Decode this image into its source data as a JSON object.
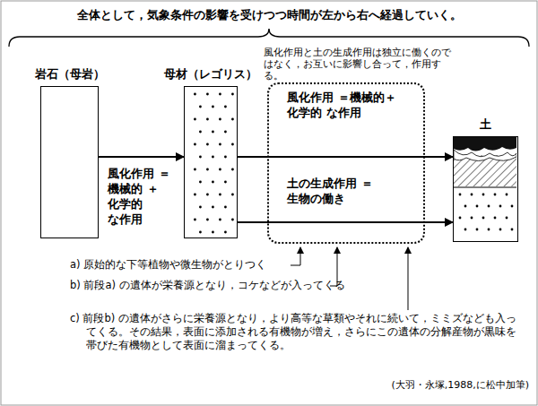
{
  "diagram": {
    "title": "全体として，気象条件の影響を受けつつ時間が左から右へ経過していく。",
    "caption": "(大羽・永塚,1988,に松中加筆)",
    "nodes": [
      {
        "text": [
          "岩石（母岩）"
        ]
      },
      {
        "text": [
          "母材（レゴリス）"
        ]
      },
      {
        "text": [
          "風化作用と土の生成作用は独立に働くのではなく，お互いに影響し合って，作用する。"
        ]
      },
      {
        "text": [
          "土"
        ]
      }
    ],
    "edges": [
      {
        "from": 0,
        "to": 1,
        "arrow": "to",
        "label": "風化作用 ＝機械的 ＋化学的 な作用"
      },
      {
        "from": 1,
        "to": 3,
        "arrow": "to",
        "label": "風化作用 ＝機械的＋化学的 な作用"
      },
      {
        "from": 1,
        "to": 3,
        "arrow": "to",
        "label": "土の生成作用 ＝生物の働き"
      }
    ],
    "labels": [
      "a) 原始的な下等植物や微生物がとりつく",
      "b) 前段a) の遺体が栄養源となり，コケなどが入ってくる",
      "c) 前段b) の遺体がさらに栄養源となり，より高等な草類やそれに続いて，ミミズなども入ってくる。その結果，表面に添加される有機物が増え，さらにこの遺体の分解産物が黒味を帯びた有機物として表面に溜まってくる。"
    ]
  }
}
